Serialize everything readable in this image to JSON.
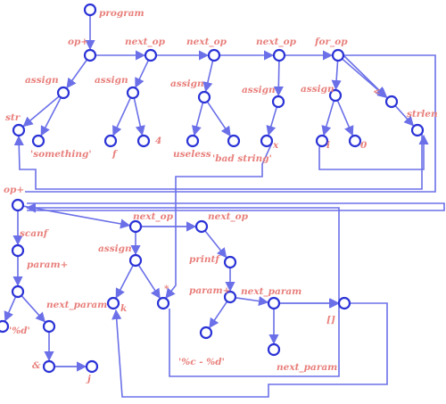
{
  "nodes": {
    "program": "program",
    "op_plus_1": "op+",
    "next_op_1": "next_op",
    "next_op_2": "next_op",
    "next_op_3": "next_op",
    "for_op": "for_op",
    "assign_1": "assign",
    "assign_2": "assign",
    "assign_3": "assign",
    "assign_4": "assign",
    "assign_5": "assign",
    "less_than": "<",
    "str": "str",
    "something": "'something'",
    "f": "f",
    "four": "4",
    "useless": "useless",
    "bad_string": "'bad string'",
    "x": "x",
    "i": "i",
    "zero": "0",
    "strlen": "strlen",
    "op_plus_2": "op+",
    "scanf": "scanf",
    "next_op_4": "next_op",
    "next_op_5": "next_op",
    "assign_6": "assign",
    "printf": "printf",
    "param_plus_1": "param+",
    "next_param_1": "next_param",
    "k": "k",
    "star": "*",
    "param_plus_2": "param+",
    "next_param_2": "next_param",
    "brackets": "[]",
    "pct_d": "'%d'",
    "amp": "&",
    "j": "j",
    "fmt": "'%c - %d'",
    "next_param_3": "next_param"
  }
}
